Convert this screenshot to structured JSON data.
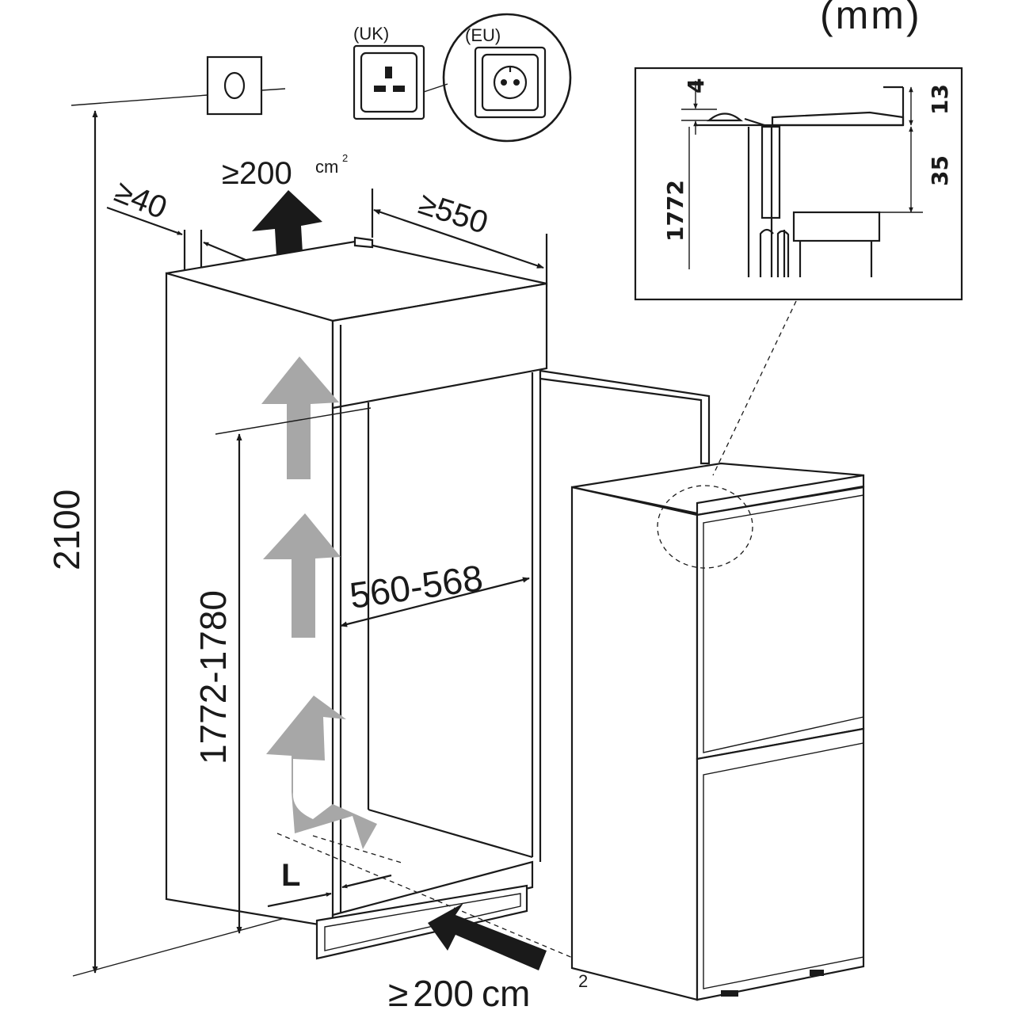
{
  "units": "(mm)",
  "sockets": {
    "uk_label": "(UK)",
    "eu_label": "(EU)"
  },
  "dimensions": {
    "total_height": "2100",
    "niche_height": "1772-1780",
    "niche_width": "560-568",
    "niche_depth": "550",
    "top_gap": "40",
    "top_vent_area": "200",
    "bottom_vent_area": "200",
    "vent_unit": "cm",
    "vent_exponent": "2",
    "ge_symbol": "≥",
    "plinth_label": "L"
  },
  "detail": {
    "gap_top": "4",
    "hinge_offset": "13",
    "hinge_drop": "35",
    "appliance_height": "1772"
  },
  "colors": {
    "line": "#1a1a1a",
    "airflow": "#a7a7a7",
    "background": "#ffffff"
  }
}
